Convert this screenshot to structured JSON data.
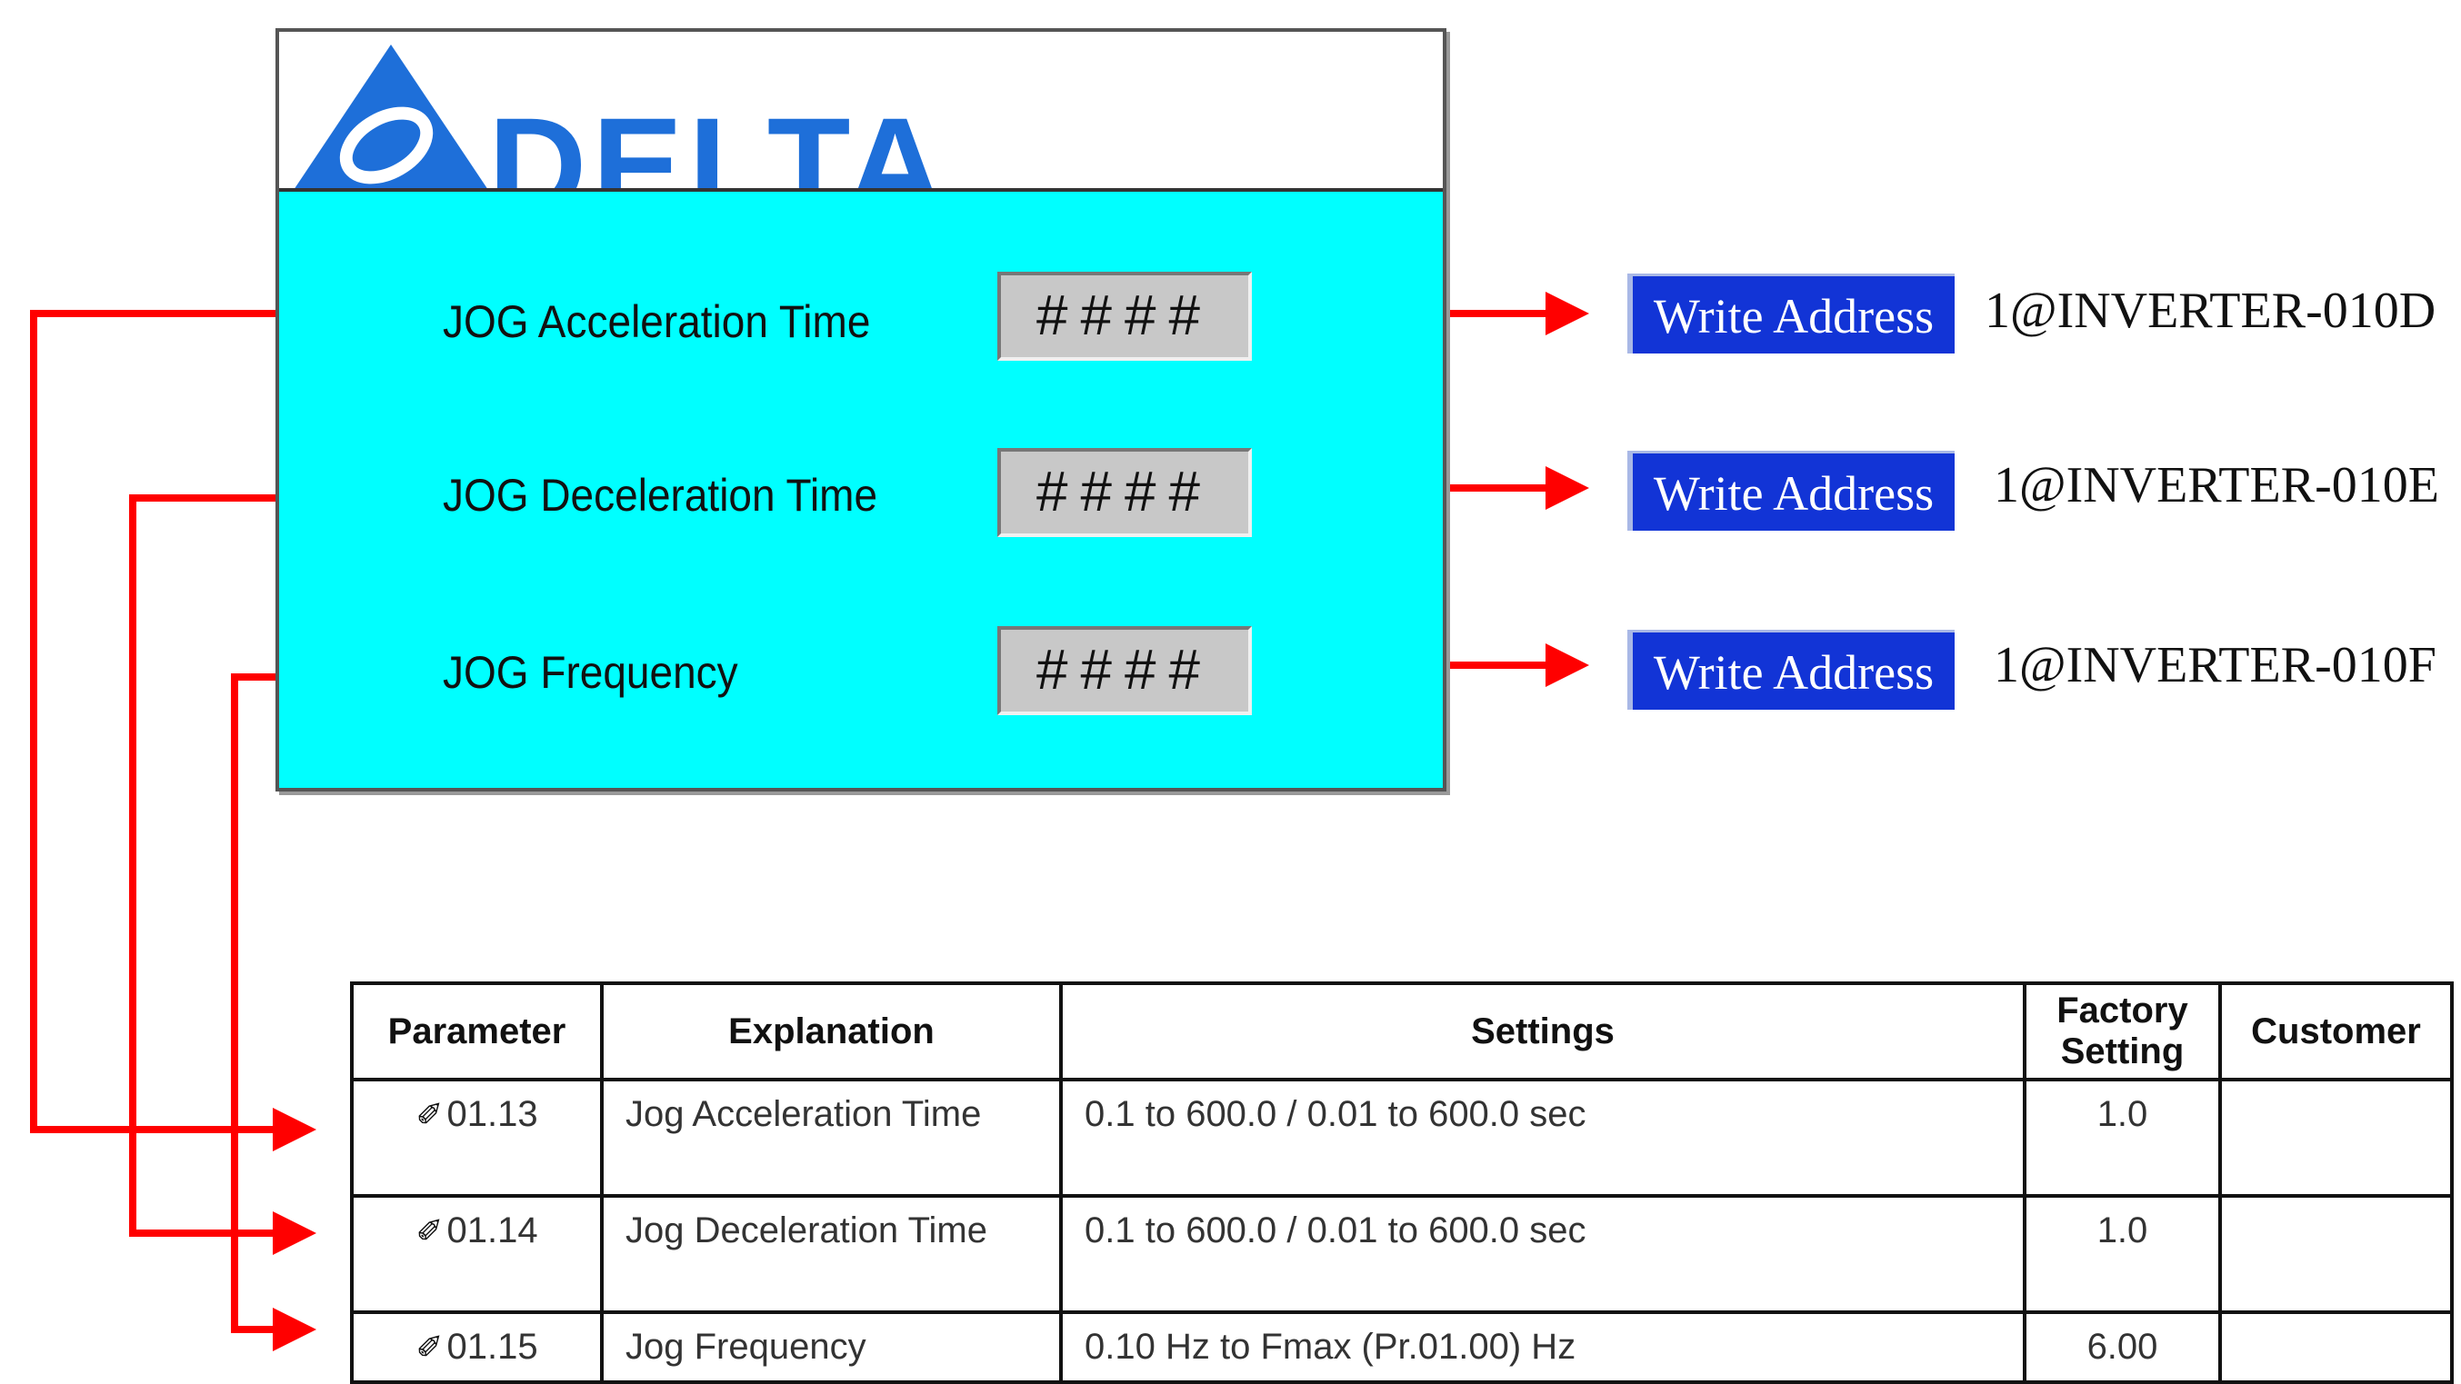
{
  "screen": {
    "logo_text": "DELTA",
    "rows": [
      {
        "label": "JOG Acceleration Time",
        "value": "####",
        "button": "Write Address",
        "address": "1@INVERTER-010D"
      },
      {
        "label": "JOG Deceleration Time",
        "value": "####",
        "button": "Write Address",
        "address": "1@INVERTER-010E"
      },
      {
        "label": "JOG Frequency",
        "value": "####",
        "button": "Write Address",
        "address": "1@INVERTER-010F"
      }
    ]
  },
  "table": {
    "headers": {
      "parameter": "Parameter",
      "explanation": "Explanation",
      "settings": "Settings",
      "factory_setting": "Factory Setting",
      "customer": "Customer"
    },
    "rows": [
      {
        "parameter": "01.13",
        "explanation": "Jog Acceleration Time",
        "settings": "0.1 to 600.0 / 0.01 to 600.0 sec",
        "factory_setting": "1.0",
        "customer": ""
      },
      {
        "parameter": "01.14",
        "explanation": "Jog Deceleration Time",
        "settings": "0.1 to 600.0 / 0.01 to 600.0 sec",
        "factory_setting": "1.0",
        "customer": ""
      },
      {
        "parameter": "01.15",
        "explanation": "Jog Frequency",
        "settings": "0.10 Hz to Fmax (Pr.01.00) Hz",
        "factory_setting": "6.00",
        "customer": ""
      }
    ]
  },
  "colors": {
    "screen_bg": "#00ffff",
    "arrow": "#ff0000",
    "button_bg": "#1234d6",
    "logo_blue": "#1e6fd9"
  },
  "icons": {
    "param_marker": "pencil-icon",
    "connector": "red-arrow"
  }
}
